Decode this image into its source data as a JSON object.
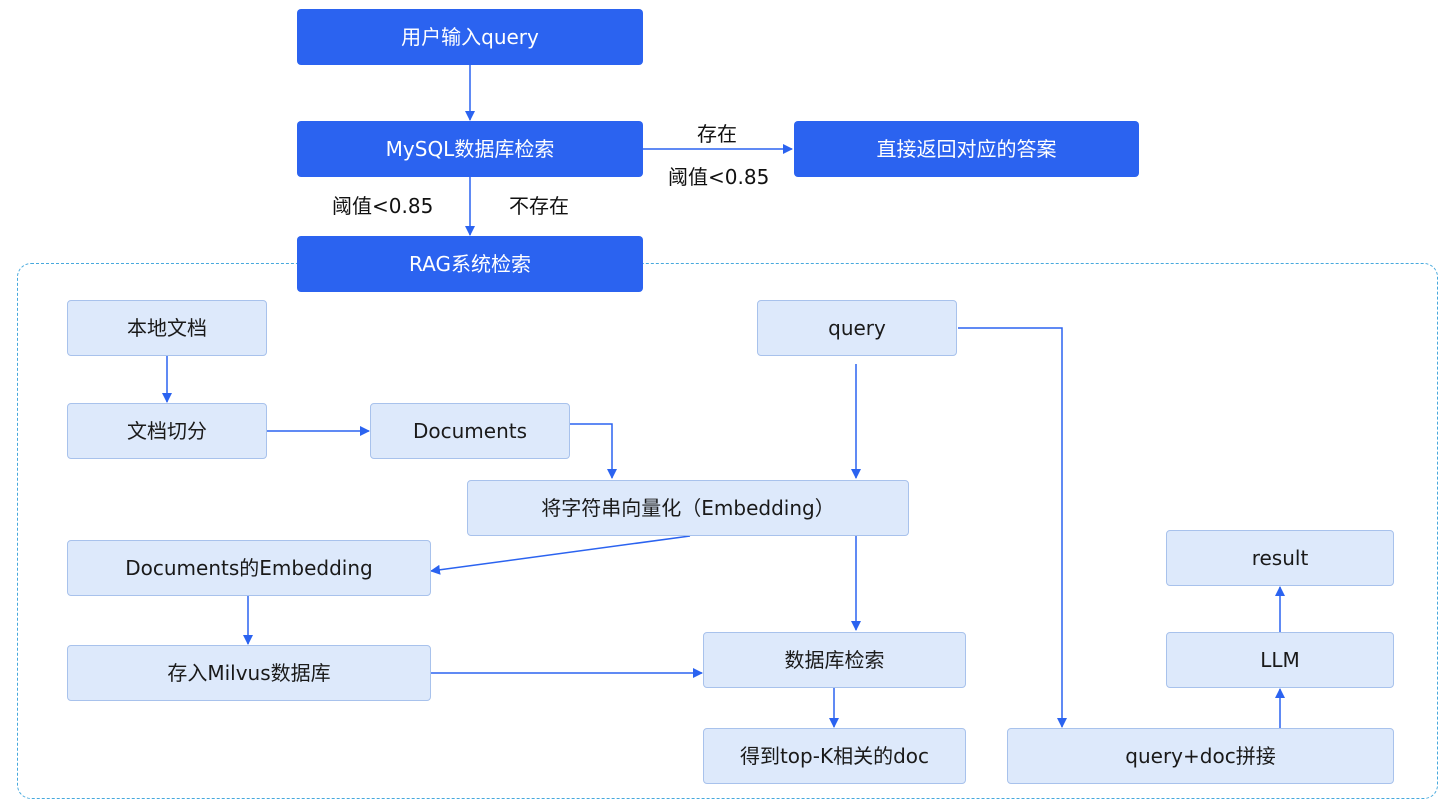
{
  "diagram": {
    "nodes": {
      "user_input": "用户输入query",
      "mysql_search": "MySQL数据库检索",
      "direct_return": "直接返回对应的答案",
      "rag_search": "RAG系统检索",
      "local_docs": "本地文档",
      "doc_split": "文档切分",
      "documents": "Documents",
      "embedding": "将字符串向量化（Embedding）",
      "doc_embedding": "Documents的Embedding",
      "milvus_store": "存入Milvus数据库",
      "query": "query",
      "db_search": "数据库检索",
      "topk_docs": "得到top-K相关的doc",
      "query_doc_concat": "query+doc拼接",
      "llm": "LLM",
      "result": "result"
    },
    "edge_labels": {
      "exists": "存在",
      "threshold_right": "阈值<0.85",
      "threshold_left": "阈值<0.85",
      "not_exists": "不存在"
    },
    "colors": {
      "primary": "#2b63f0",
      "light_fill": "#dde9fb",
      "light_border": "#a8c2ec",
      "region_border": "#47a9dd",
      "arrow": "#2b63f0"
    }
  }
}
